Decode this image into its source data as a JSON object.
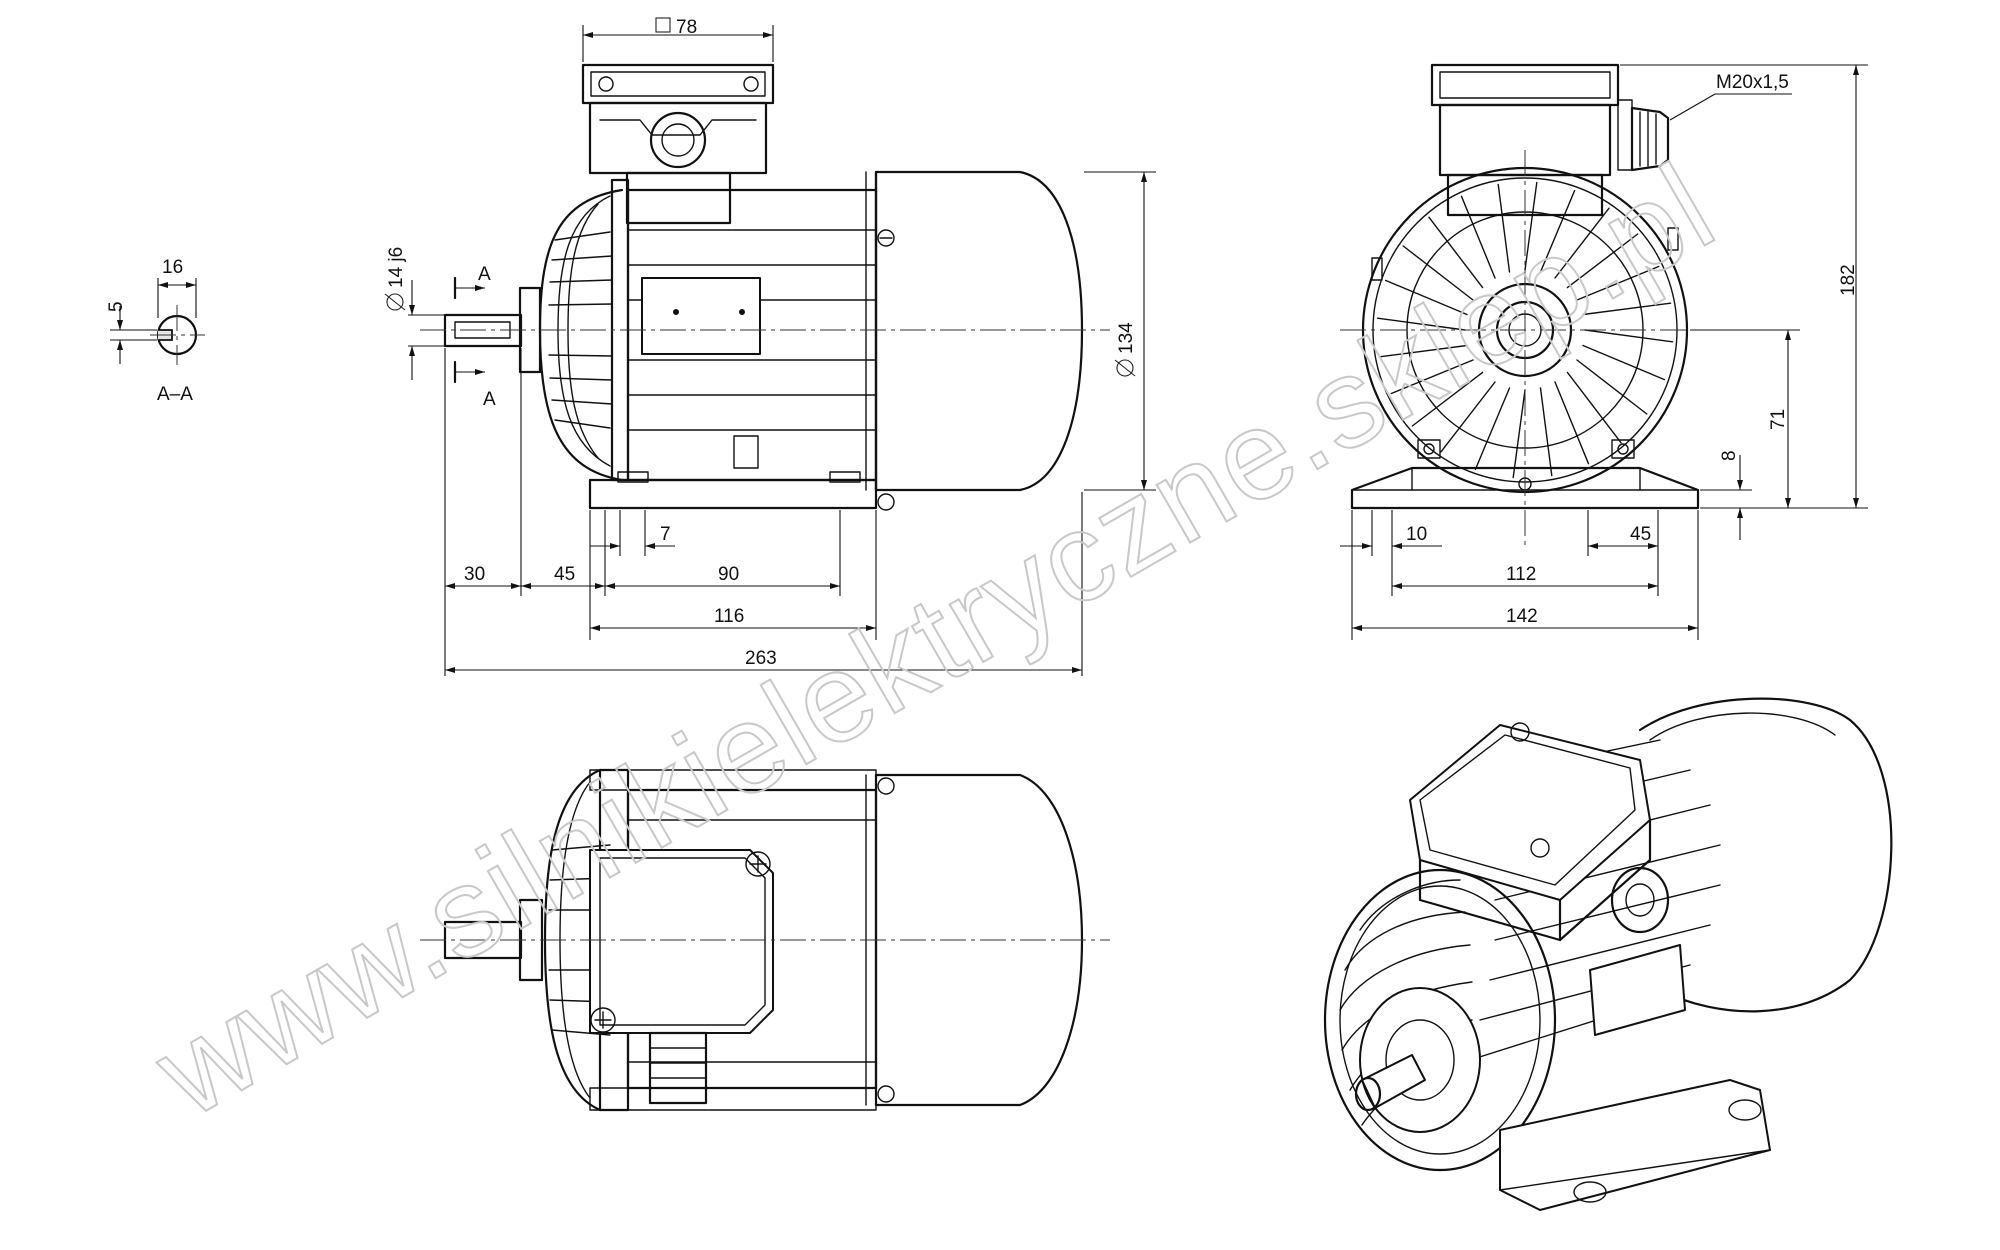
{
  "watermark": "www.silnikielektryczne.sklep.pl",
  "dimensions": {
    "box_width": "78",
    "shaft_diameter": "14 j6",
    "frame_diameter": "134",
    "section_label": "A",
    "section_title": "A–A",
    "key_width": "16",
    "key_depth": "5",
    "shaft_length": "30",
    "d45": "45",
    "d7": "7",
    "d90": "90",
    "foot_length": "116",
    "total_length": "263",
    "gland_thread": "M20x1,5",
    "height_total": "182",
    "shaft_height": "71",
    "foot_thickness": "8",
    "foot_hole": "10",
    "foot_edge": "45",
    "foot_spacing": "112",
    "foot_width": "142"
  }
}
